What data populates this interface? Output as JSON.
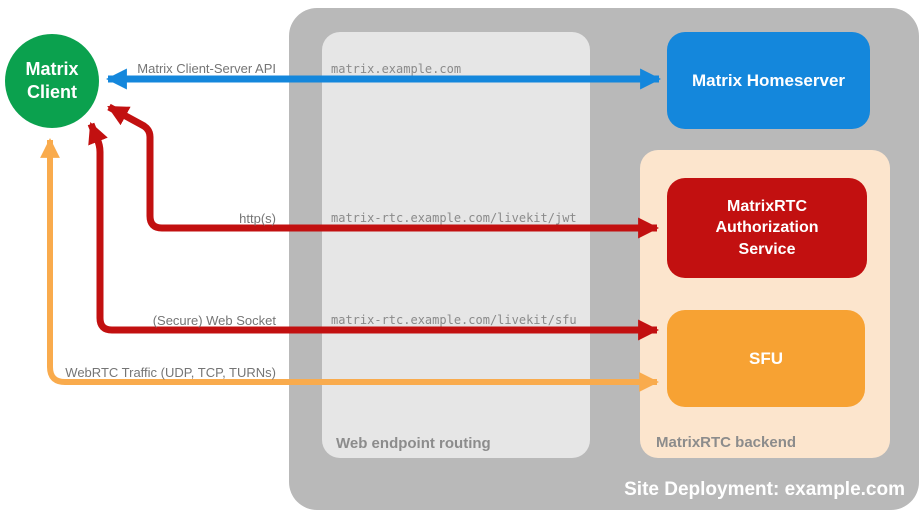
{
  "diagram": {
    "title": "Site Deployment: example.com",
    "nodes": {
      "client": {
        "label": "Matrix Client"
      },
      "homeserver": {
        "label": "Matrix Homeserver"
      },
      "auth_service": {
        "label": "MatrixRTC Authorization Service"
      },
      "sfu": {
        "label": "SFU"
      }
    },
    "web_routing": {
      "label": "Web endpoint routing",
      "endpoints": [
        "matrix.example.com",
        "matrix-rtc.example.com/livekit/jwt",
        "matrix-rtc.example.com/livekit/sfu"
      ]
    },
    "backend": {
      "label": "MatrixRTC backend"
    },
    "connections": [
      {
        "label": "Matrix Client-Server API",
        "from": "Matrix Client",
        "to": "Matrix Homeserver",
        "bidirectional": true
      },
      {
        "label": "http(s)",
        "from": "Matrix Client",
        "to": "MatrixRTC Authorization Service",
        "bidirectional": true
      },
      {
        "label": "(Secure) Web Socket",
        "from": "Matrix Client",
        "to": "SFU",
        "bidirectional": true
      },
      {
        "label": "WebRTC Traffic (UDP, TCP, TURNs)",
        "from": "Matrix Client",
        "to": "SFU",
        "bidirectional": true
      }
    ],
    "colors": {
      "client_green": "#0ba14e",
      "homeserver_blue": "#1487dc",
      "auth_red": "#c21010",
      "sfu_orange": "#f7a233",
      "webrtc_arrow_orange": "#f9ab4d",
      "backend_peach": "#fce5cd",
      "deployment_gray": "#b9b9b9",
      "routing_gray": "#e6e6e6"
    }
  }
}
